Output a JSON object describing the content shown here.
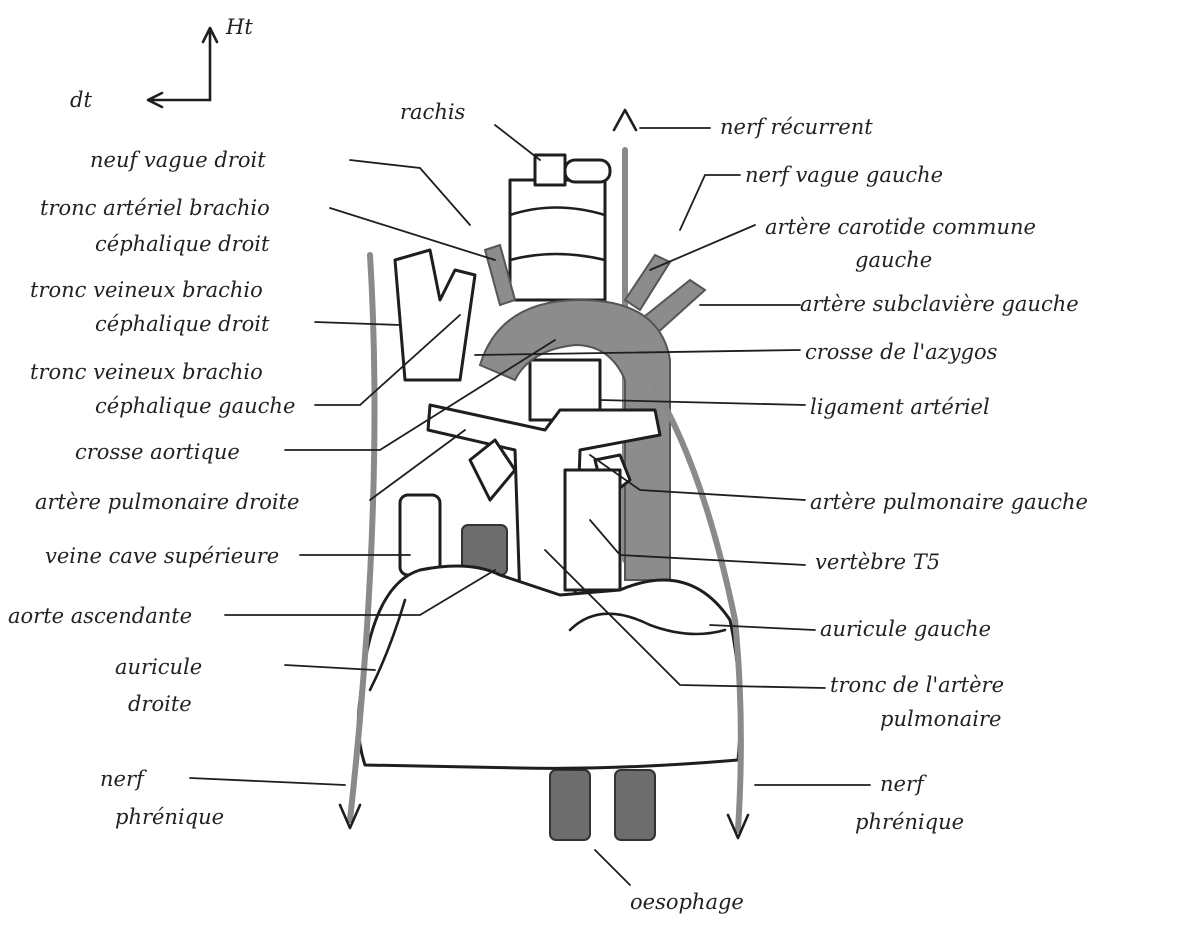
{
  "orientation": {
    "up": "Ht",
    "right_side": "dt"
  },
  "labels_left": {
    "neuf_vague_droit": "neuf vague droit",
    "tronc_arteriel_l1": "tronc artériel brachio",
    "tronc_arteriel_l2": "céphalique droit",
    "tronc_veineux_droit_l1": "tronc veineux brachio",
    "tronc_veineux_droit_l2": "céphalique droit",
    "tronc_veineux_gauche_l1": "tronc veineux brachio",
    "tronc_veineux_gauche_l2": "céphalique gauche",
    "crosse_aortique": "crosse aortique",
    "artere_pulmonaire_droite": "artère pulmonaire droite",
    "veine_cave": "veine cave supérieure",
    "aorte_ascendante": "aorte ascendante",
    "auricule_droite_l1": "auricule",
    "auricule_droite_l2": "droite",
    "nerf_phrenique_l1": "nerf",
    "nerf_phrenique_l2": "phrénique"
  },
  "labels_right": {
    "rachis": "rachis",
    "nerf_recurrent": "nerf récurrent",
    "nerf_vague_gauche": "nerf vague gauche",
    "carotide_l1": "artère carotide commune",
    "carotide_l2": "gauche",
    "subclaviere": "artère subclavière gauche",
    "crosse_azygos": "crosse de l'azygos",
    "ligament": "ligament artériel",
    "artere_pulmonaire_gauche": "artère pulmonaire gauche",
    "vertebre": "vertèbre T5",
    "auricule_gauche": "auricule gauche",
    "tronc_pulm_l1": "tronc de l'artère",
    "tronc_pulm_l2": "pulmonaire",
    "nerf_phrenique_l1": "nerf",
    "nerf_phrenique_l2": "phrénique"
  },
  "labels_bottom": {
    "oesophage": "oesophage"
  },
  "colors": {
    "ink": "#1e1e1e",
    "shade": "#8c8c8c",
    "paper": "#ffffff"
  }
}
